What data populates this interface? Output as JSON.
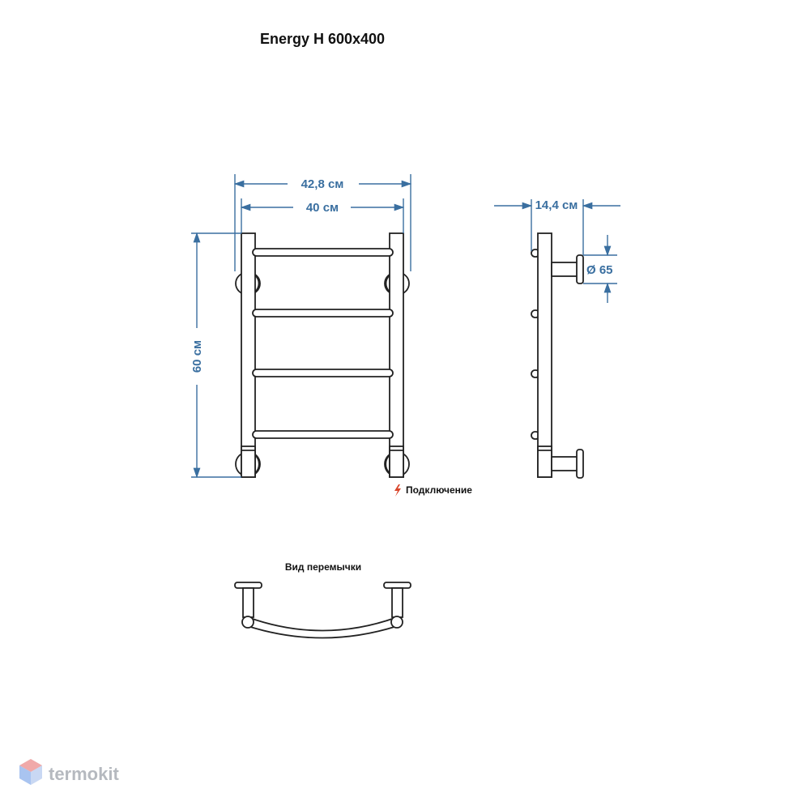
{
  "title": "Energy H 600x400",
  "dimensions": {
    "overall_width": "42,8 см",
    "inner_width": "40 см",
    "height": "60 см",
    "depth": "14,4 см",
    "flange_diameter": "Ø 65"
  },
  "legend": {
    "connection_label": "Подключение",
    "connection_icon": "lightning-icon"
  },
  "jumper_view_label": "Вид перемычки",
  "brand": {
    "name": "termokit",
    "logo_icon": "cube-logo-icon"
  },
  "colors": {
    "dimension": "#3a6fa0",
    "drawing": "#222222",
    "connection": "#d9452b",
    "brand_gray": "#b5b9bf",
    "logo_pink": "#f0a9a9",
    "logo_blue": "#a9c4f0"
  }
}
